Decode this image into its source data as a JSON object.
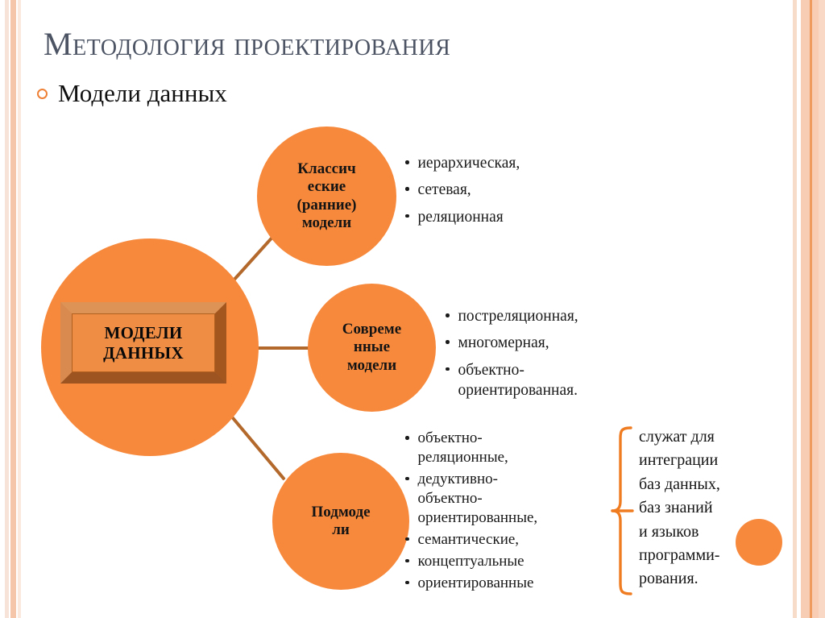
{
  "slide": {
    "title": "Методология проектирования",
    "subtitle": "Модели данных",
    "accent_orange": "#F7893C",
    "accent_brown": "#B4692C",
    "title_color": "#4C5464"
  },
  "diagram": {
    "center_node": {
      "label": "МОДЕЛИ\nДАННЫХ"
    },
    "branches": [
      {
        "circle_label": "Классич\nеские\n(ранние)\nмодели",
        "items": [
          "иерархическая,",
          "сетевая,",
          "реляционная"
        ]
      },
      {
        "circle_label": "Совреме\nнные\nмодели",
        "items": [
          "постреляционная,",
          "многомерная,",
          "объектно-\nориентированная."
        ]
      },
      {
        "circle_label": "Подмоде\nли",
        "items": [
          "объектно-\nреляционные,",
          "дедуктивно-\nобъектно-\nориентированные,",
          "семантические,",
          "концептуальные",
          "ориентированные"
        ]
      }
    ],
    "note": {
      "lines": [
        "служат  для",
        "интеграции",
        "баз данных,",
        "баз  знаний",
        "и  языков",
        "программи-",
        "рования."
      ]
    }
  },
  "icons": {
    "bullet_ring": "ring-bullet-icon",
    "brace": "left-curly-brace-icon"
  }
}
